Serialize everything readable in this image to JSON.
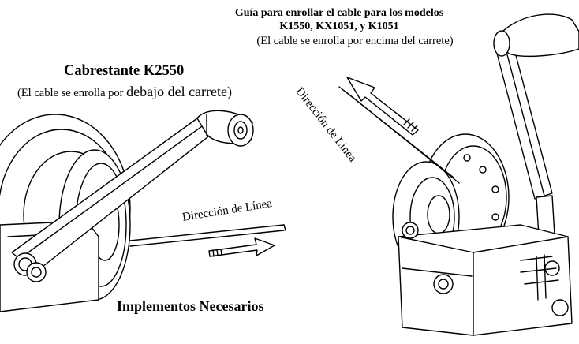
{
  "left_figure": {
    "title": "Cabrestante K2550",
    "subtitle_a": "(El cable se enrolla por ",
    "subtitle_b": "debajo del carrete)",
    "direction_label": "Dirección de Línea"
  },
  "right_figure": {
    "title_line1": "Guía para enrollar el cable para los modelos",
    "title_line2": "K1550, KX1051, y K1051",
    "subtitle": "(El cable se enrolla por encima del carrete)",
    "direction_label": "Dirección de Línea"
  },
  "footer": {
    "heading": "Implementos Necesarios"
  },
  "colors": {
    "ink": "#000000",
    "paper": "#ffffff",
    "shade": "#d9d9d9"
  }
}
